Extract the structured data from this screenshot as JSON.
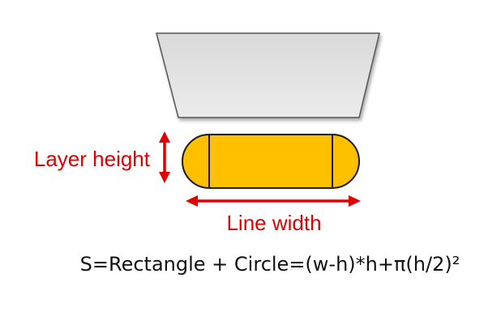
{
  "labels": {
    "layer_height": "Layer height",
    "line_width": "Line width",
    "formula": "S=Rectangle + Circle=(w-h)*h+π(h/2)²"
  },
  "colors": {
    "nozzle_fill": "#e4e4e4",
    "nozzle_stroke": "#555555",
    "bead_fill": "#ffc000",
    "bead_stroke": "#1a1a1a",
    "arrow": "#e00000",
    "label": "#e00000",
    "formula_text": "#111111"
  },
  "components": {
    "nozzle": "nozzle-trapezoid",
    "bead": "extruded-line-cross-section"
  }
}
